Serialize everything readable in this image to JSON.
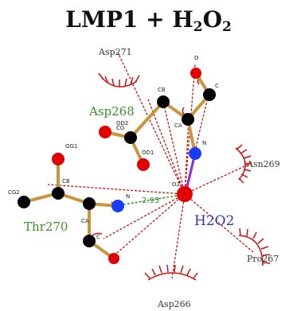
{
  "title": {
    "main": "LMP1 + H",
    "sub1": "2",
    "mid": "O",
    "sub2": "2"
  },
  "ligand": {
    "label": "H2O2"
  },
  "residues": {
    "asp268": "Asp268",
    "thr270": "Thr270",
    "asp271": "Asp271",
    "asn269": "Asn269",
    "pro267": "Pro267",
    "asp266": "Asp266"
  },
  "atoms": {
    "o_top": "O",
    "c_top": "C",
    "cb268": "CB",
    "ca268": "CA",
    "n268": "N",
    "od2": "OD2",
    "cg": "CG",
    "od1": "OD1",
    "og1": "OG1",
    "cg2": "CG2",
    "cb270": "CB",
    "n270": "N",
    "ca270": "CA",
    "c270": "C",
    "o2": "O2"
  },
  "hbond": {
    "distance": "2.93"
  },
  "colors": {
    "residue_green": "#3a8f2c",
    "ligand_blue": "#3333cc",
    "contact_red": "#cc1111",
    "bond_brown": "#c8963c",
    "oxygen": "#e00000",
    "nitrogen": "#1a3cff",
    "carbon": "#000000",
    "ligand_bond": "#8833cc"
  }
}
